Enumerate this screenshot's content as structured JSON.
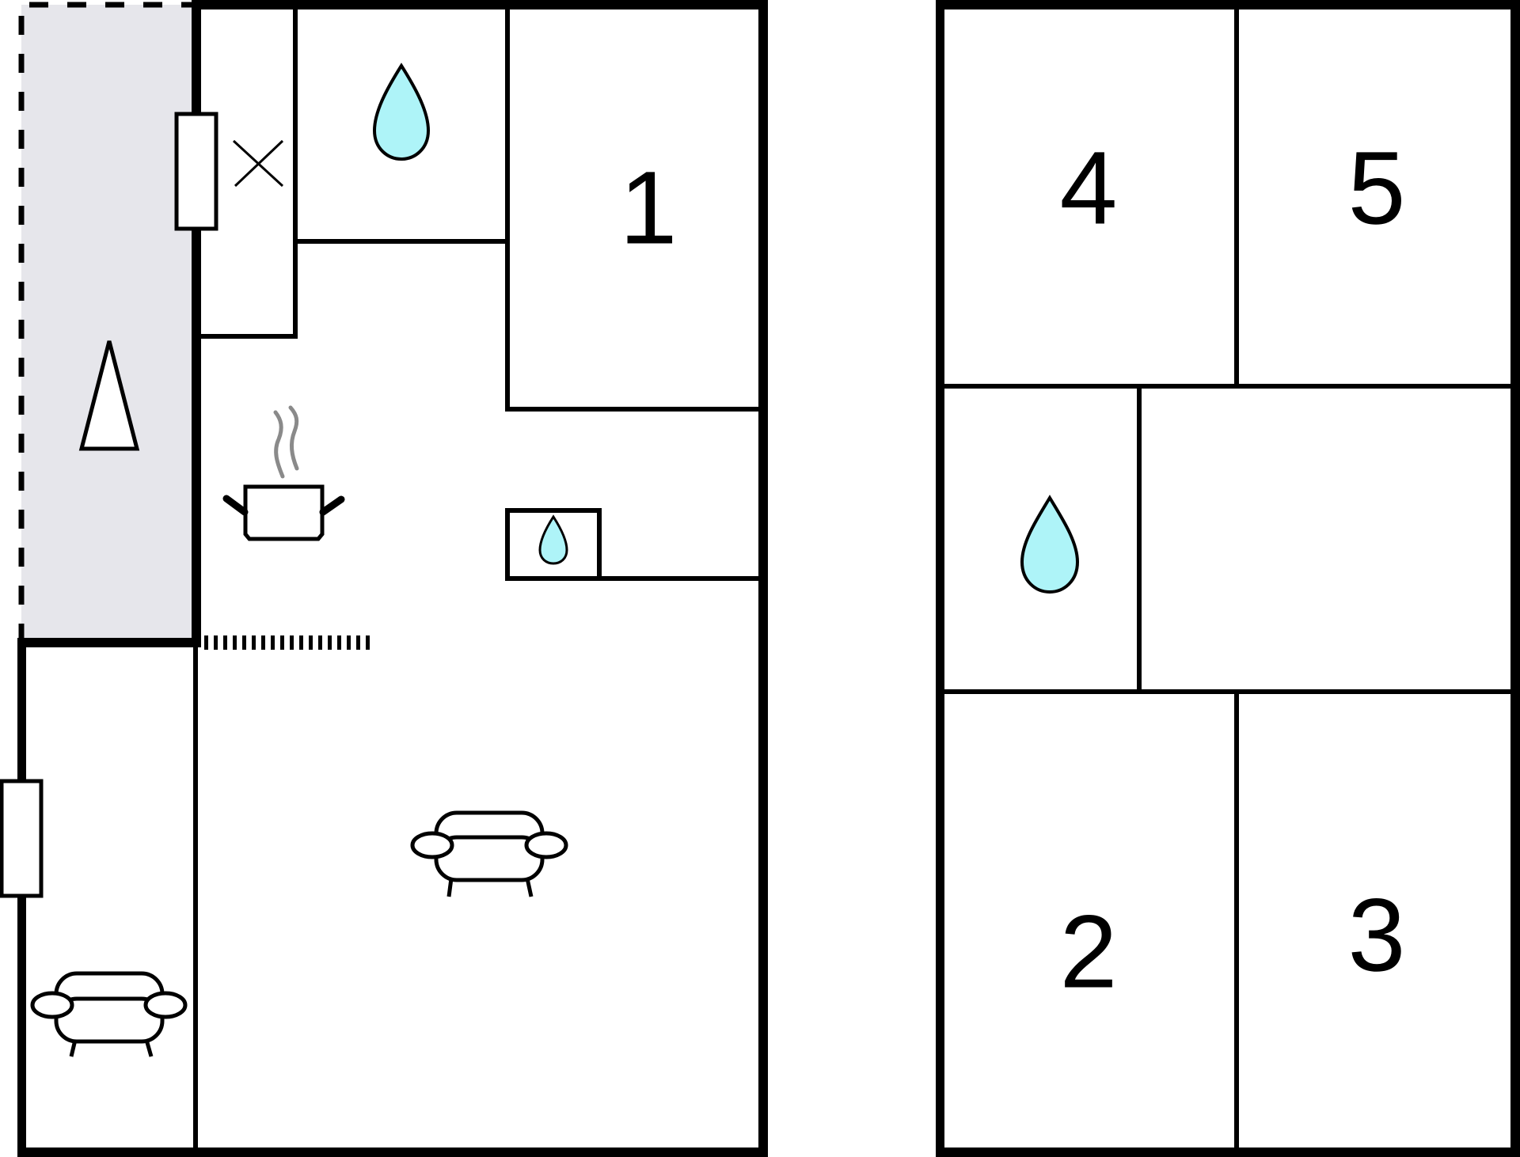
{
  "plan": {
    "type": "floor plan",
    "colors": {
      "wall": "#000000",
      "terrace_fill": "#e6e6eb",
      "water_fill": "#aef4f8",
      "steam": "#8a8a8a",
      "background": "#ffffff"
    },
    "ground_floor": {
      "rooms": [
        {
          "id": "bedroom-1",
          "label": "1"
        },
        {
          "id": "bathroom",
          "icon": "water-drop-icon"
        },
        {
          "id": "utility",
          "icon": "cross-icon"
        },
        {
          "id": "kitchen",
          "icon": "cooking-pot-icon"
        },
        {
          "id": "kitchen-sink",
          "icon": "water-drop-icon"
        },
        {
          "id": "living-room",
          "icon": "sofa-icon"
        },
        {
          "id": "side-room",
          "icon": "sofa-icon"
        },
        {
          "id": "terrace",
          "icon": "tree-icon"
        }
      ]
    },
    "upper_floor": {
      "rooms": [
        {
          "id": "bedroom-4",
          "label": "4"
        },
        {
          "id": "bedroom-5",
          "label": "5"
        },
        {
          "id": "bathroom-upper",
          "icon": "water-drop-icon"
        },
        {
          "id": "hall-upper"
        },
        {
          "id": "bedroom-2",
          "label": "2"
        },
        {
          "id": "bedroom-3",
          "label": "3"
        }
      ]
    }
  }
}
